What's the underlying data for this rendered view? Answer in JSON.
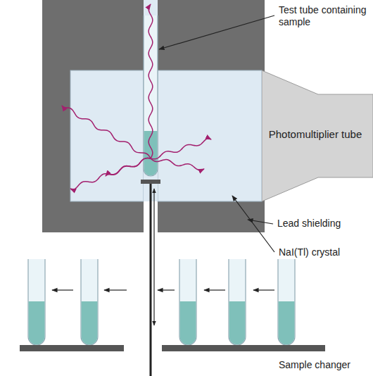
{
  "diagram": {
    "nodes": [
      {
        "text": [
          "Photomultiplier tube"
        ]
      }
    ],
    "labels": [
      "Test tube containing sample",
      "Lead shielding",
      "NaI(Tl) crystal",
      "Sample changer"
    ]
  }
}
